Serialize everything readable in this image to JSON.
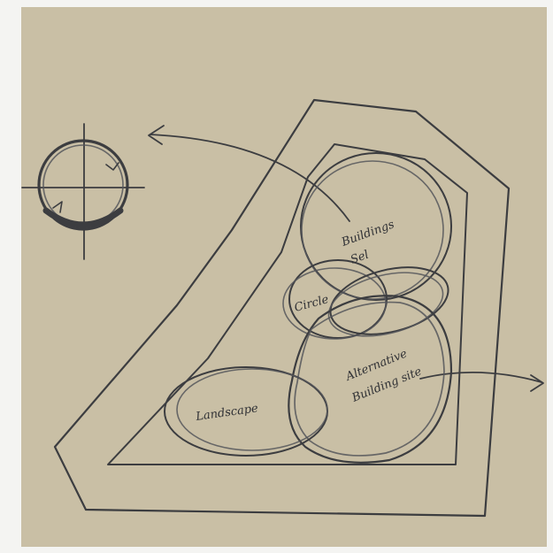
{
  "diagram": {
    "labels": {
      "buildings_1": "Buildings",
      "buildings_2": "Sel",
      "circle": "Circle",
      "landscape": "Landscape",
      "alternative_1": "Alternative",
      "alternative_2": "Building site"
    },
    "colors": {
      "paper": "#c9bfa5",
      "pencil": "#3c3d40",
      "background": "#f4f4f2"
    },
    "icons": [
      "north-arrow-compass-icon",
      "curved-arrow-icon"
    ]
  }
}
